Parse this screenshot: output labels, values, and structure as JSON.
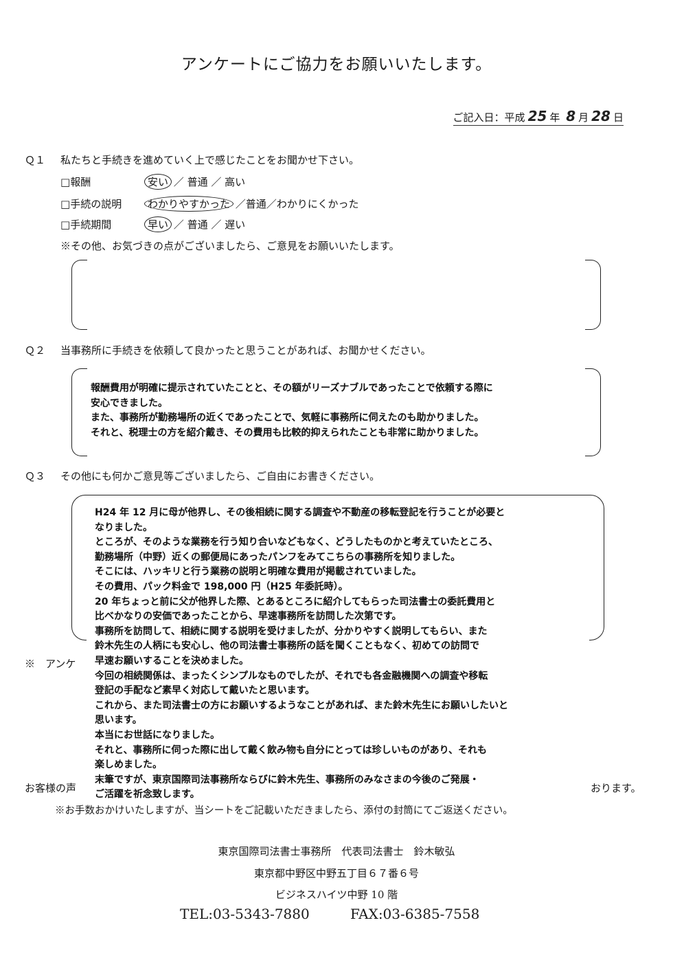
{
  "title": "アンケートにご協力をお願いいたします。",
  "date": {
    "label": "ご記入日：平成",
    "year": "25",
    "year_unit": "年",
    "month": "8",
    "month_unit": "月",
    "day": "28",
    "day_unit": "日"
  },
  "q1": {
    "label": "Ｑ１",
    "question": "私たちと手続きを進めていく上で感じたことをお聞かせ下さい。",
    "items": [
      {
        "checkbox": "□",
        "name": "報酬",
        "options": [
          "安い",
          "普通",
          "高い"
        ],
        "selected": "安い"
      },
      {
        "checkbox": "□",
        "name": "手続の説明",
        "options": [
          "わかりやすかった",
          "普通",
          "わかりにくかった"
        ],
        "selected": "わかりやすかった"
      },
      {
        "checkbox": "□",
        "name": "手続期間",
        "options": [
          "早い",
          "普通",
          "遅い"
        ],
        "selected": "早い"
      }
    ],
    "separator": "／",
    "note": "※その他、お気づきの点がございましたら、ご意見をお願いいたします。"
  },
  "q2": {
    "label": "Ｑ２",
    "question": "当事務所に手続きを依頼して良かったと思うことがあれば、お聞かせください。",
    "answer_lines": [
      "報酬費用が明確に提示されていたことと、その額がリーズナブルであったことで依頼する際に",
      "安心できました。",
      "また、事務所が勤務場所の近くであったことで、気軽に事務所に伺えたのも助かりました。",
      "それと、税理士の方を紹介戴き、その費用も比較的抑えられたことも非常に助かりました。"
    ]
  },
  "q3": {
    "label": "Ｑ３",
    "question": "その他にも何かご意見等ございましたら、ご自由にお書きください。",
    "answer_lines": [
      "H24 年 12 月に母が他界し、その後相続に関する調査や不動産の移転登記を行うことが必要と",
      "なりました。",
      "ところが、そのような業務を行う知り合いなどもなく、どうしたものかと考えていたところ、",
      "勤務場所（中野）近くの郵便局にあったパンフをみてこちらの事務所を知りました。",
      "そこには、ハッキリと行う業務の説明と明確な費用が掲載されていました。",
      "その費用、パック料金で 198,000 円（H25 年委託時）。",
      "20 年ちょっと前に父が他界した際、とあるところに紹介してもらった司法書士の委託費用と",
      "比べかなりの安価であったことから、早速事務所を訪問した次第です。",
      "事務所を訪問して、相続に関する説明を受けましたが、分かりやすく説明してもらい、また",
      "鈴木先生の人柄にも安心し、他の司法書士事務所の話を聞くこともなく、初めての訪問で",
      "早速お願いすることを決めました。",
      "今回の相続関係は、まったくシンプルなものでしたが、それでも各金融機関への調査や移転",
      "登記の手配など素早く対応して戴いたと思います。",
      "これから、また司法書士の方にお願いするようなことがあれば、また鈴木先生にお願いしたいと",
      "思います。",
      "本当にお世話になりました。",
      "それと、事務所に伺った際に出して戴く飲み物も自分にとっては珍しいものがあり、それも",
      "楽しめました。",
      "末筆ですが、東京国際司法事務所ならびに鈴木先生、事務所のみなさまの今後のご発展・",
      "ご活躍を祈念致します。"
    ]
  },
  "hidden_fragments": {
    "asterisk_line": "※　アンケ",
    "customer_voice_start": "お客様の声",
    "customer_voice_end": "おります。"
  },
  "return_note": "※お手数おかけいたしますが、当シートをご記載いただきましたら、添付の封筒にてご返送ください。",
  "footer": {
    "office_line": "東京国際司法書士事務所　代表司法書士　鈴木敏弘",
    "address": "東京都中野区中野五丁目６７番６号",
    "building": "ビジネスハイツ中野 10 階",
    "tel": "TEL:03-5343-7880",
    "fax": "FAX:03-6385-7558"
  }
}
